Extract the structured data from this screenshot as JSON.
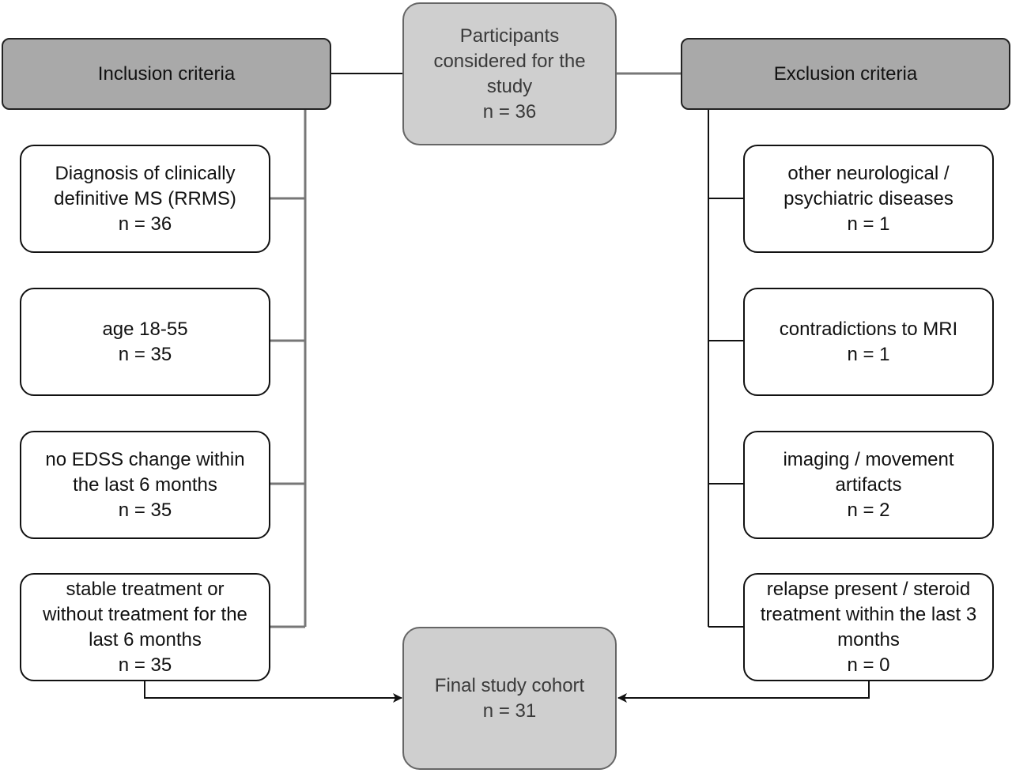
{
  "participants": {
    "lines": [
      "Participants",
      "considered for the",
      "study"
    ],
    "count": "n = 36"
  },
  "inclusion": {
    "title": "Inclusion criteria",
    "items": [
      {
        "lines": [
          "Diagnosis of clinically",
          "definitive MS (RRMS)"
        ],
        "count": "n = 36"
      },
      {
        "lines": [
          "age 18-55"
        ],
        "count": "n = 35"
      },
      {
        "lines": [
          "no EDSS change within",
          "the last 6 months"
        ],
        "count": "n = 35"
      },
      {
        "lines": [
          "stable treatment or",
          "without treatment for the",
          "last 6 months"
        ],
        "count": "n = 35"
      }
    ]
  },
  "exclusion": {
    "title": "Exclusion criteria",
    "items": [
      {
        "lines": [
          "other neurological /",
          "psychiatric diseases"
        ],
        "count": "n = 1"
      },
      {
        "lines": [
          "contradictions to MRI"
        ],
        "count": "n = 1"
      },
      {
        "lines": [
          "imaging / movement",
          "artifacts"
        ],
        "count": "n = 2"
      },
      {
        "lines": [
          "relapse present / steroid",
          "treatment within the last 3",
          "months"
        ],
        "count": "n = 0"
      }
    ]
  },
  "final": {
    "lines": [
      "Final study cohort"
    ],
    "count": "n = 31"
  }
}
